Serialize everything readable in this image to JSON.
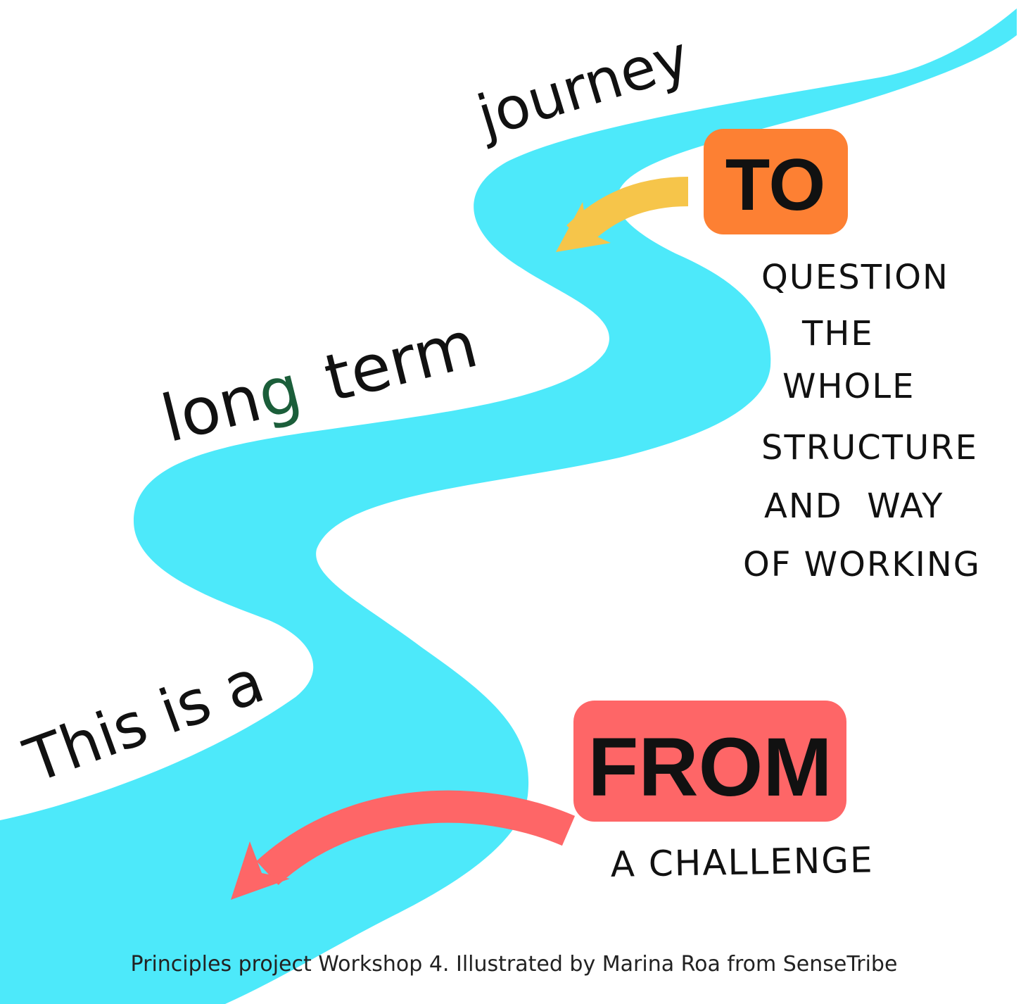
{
  "colors": {
    "river": "#4DE9FA",
    "to_box": "#FD8033",
    "from_box": "#FE6667",
    "to_arrow": "#F6C54A",
    "from_arrow": "#FE6667",
    "ink": "#111111",
    "accent_g": "#1B5E3A"
  },
  "phrase": {
    "this_is_a": "This is a",
    "long_before_g": "lon",
    "long_g": "g",
    "term": "term",
    "journey": "journey"
  },
  "to_block": {
    "label": "TO",
    "lines": [
      "QUESTION",
      "THE",
      "WHOLE",
      "STRUCTURE",
      "AND  WAY",
      "OF WORKING"
    ]
  },
  "from_block": {
    "label": "FROM",
    "subtitle": "A CHALLENGE"
  },
  "caption": "Principles project Workshop 4. Illustrated by Marina Roa  from SenseTribe"
}
